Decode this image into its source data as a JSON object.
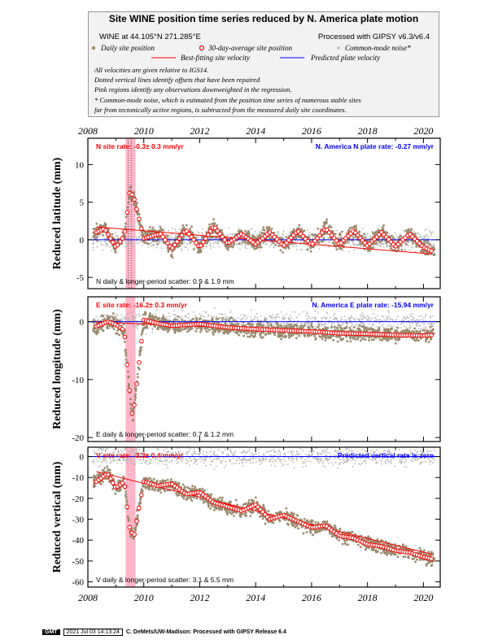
{
  "header": {
    "title": "Site WINE position time series reduced by N. America plate motion",
    "station": "WINE at 44.105°N 271.285°E",
    "processing": "Processed with GIPSY v6.3/v6.4",
    "legend": {
      "daily": "Daily site position",
      "avg30": "30-day-average site position",
      "cmn": "Common-mode noise*",
      "best_fit": "Best-fitting site velocity",
      "predicted": "Predicted plate velocity"
    },
    "notes": [
      "All velocities are given relative to IGS14.",
      "Dotted vertical lines identify offsets that have been repaired",
      "Pink regions identify any observations downweighted in the regression.",
      "* Common-mode noise, which is estimated from the position time series of numerous stable sites",
      "far from tectonically active regions, is subtracted from the measured daily site coordinates."
    ]
  },
  "colors": {
    "daily": "#9b8a6e",
    "avg30": "#ff0000",
    "cmn": "#b4b4b4",
    "best_fit": "#ff0000",
    "predicted": "#0000ff",
    "pink": "#ffb6c8"
  },
  "chart_data": [
    {
      "type": "scatter",
      "panel": "north",
      "ylabel": "Reduced latitude (mm)",
      "site_rate": "N site rate:  -0.3± 0.3 mm/yr",
      "plate_rate": "N. America N plate rate:  -0.27 mm/yr",
      "scatter": "N daily & longer-period scatter:    0.9  &    1.9 mm",
      "xlim": [
        2008,
        2020.6
      ],
      "ylim": [
        -6.5,
        13.5
      ],
      "yticks": [
        -5,
        0,
        5,
        10
      ],
      "xticks": [
        2008,
        2010,
        2012,
        2014,
        2016,
        2018,
        2020
      ],
      "downweighted": [
        2009.35,
        2009.7
      ],
      "offsets": [
        2009.45,
        2009.55
      ],
      "trend_rate": -0.3,
      "trend_at_2014": 0,
      "avg30_anchor": {
        "x": [
          2008.3,
          2008.6,
          2009.0,
          2009.3,
          2009.5,
          2009.65,
          2010.0,
          2010.6,
          2011.0,
          2011.5,
          2012.0,
          2012.5,
          2013.0,
          2013.5,
          2014.0,
          2014.5,
          2015.0,
          2015.5,
          2016.0,
          2016.5,
          2017.0,
          2017.5,
          2018.0,
          2018.5,
          2019.0,
          2019.5,
          2020.0,
          2020.3
        ],
        "y": [
          1.0,
          1.5,
          -1.0,
          0.5,
          6.5,
          5.5,
          0.2,
          0.8,
          -1.2,
          1.3,
          -1.0,
          1.8,
          -0.5,
          0.8,
          -0.6,
          1.0,
          -0.8,
          1.2,
          -0.7,
          1.5,
          -0.6,
          1.2,
          -0.8,
          1.0,
          -0.9,
          0.8,
          -1.0,
          -1.5
        ]
      }
    },
    {
      "type": "scatter",
      "panel": "east",
      "ylabel": "Reduced longitude (mm)",
      "site_rate": "E site rate:  -16.2± 0.3 mm/yr",
      "plate_rate": "N. America E plate rate:  -15.94 mm/yr",
      "scatter": "E daily & longer-period scatter:    0.7  &    1.2 mm",
      "xlim": [
        2008,
        2020.6
      ],
      "ylim": [
        -20.7,
        4.3
      ],
      "yticks": [
        -20,
        -10,
        0
      ],
      "xticks": [
        2008,
        2010,
        2012,
        2014,
        2016,
        2018,
        2020
      ],
      "downweighted": [
        2009.35,
        2009.7
      ],
      "offsets": [],
      "trend_rate": -0.2,
      "trend_at_2014": -1.2,
      "avg30_anchor": {
        "x": [
          2008.3,
          2008.7,
          2009.0,
          2009.3,
          2009.45,
          2009.6,
          2010.0,
          2010.6,
          2011.0,
          2012.0,
          2013.0,
          2014.0,
          2015.0,
          2016.0,
          2017.0,
          2018.0,
          2019.0,
          2020.0,
          2020.3
        ],
        "y": [
          -0.8,
          0.0,
          -0.5,
          -1.5,
          -10.0,
          -17.0,
          0.3,
          -0.4,
          -0.7,
          -0.4,
          -1.0,
          -1.3,
          -1.5,
          -1.7,
          -2.0,
          -2.1,
          -2.3,
          -2.4,
          -2.3
        ]
      }
    },
    {
      "type": "scatter",
      "panel": "vertical",
      "ylabel": "Reduced vertical (mm)",
      "site_rate": "V site rate:  -3.3± 0.4 mm/yr",
      "plate_rate": "Predicted vertical rate is zero",
      "scatter": "V daily & longer-period scatter:    3.1  &    5.5 mm",
      "xlim": [
        2008,
        2020.6
      ],
      "ylim": [
        -62.5,
        4.5
      ],
      "yticks": [
        -60,
        -50,
        -40,
        -30,
        -20,
        -10,
        0
      ],
      "xticks": [
        2008,
        2010,
        2012,
        2014,
        2016,
        2018,
        2020
      ],
      "downweighted": [
        2009.35,
        2009.7
      ],
      "offsets": [],
      "trend_rate": -3.3,
      "trend_at_2014": -26,
      "avg30_anchor": {
        "x": [
          2008.3,
          2008.7,
          2009.0,
          2009.3,
          2009.5,
          2009.65,
          2010.0,
          2010.5,
          2011.0,
          2011.5,
          2012.0,
          2012.5,
          2013.0,
          2013.5,
          2014.0,
          2014.5,
          2015.0,
          2015.5,
          2016.0,
          2016.5,
          2017.0,
          2017.5,
          2018.0,
          2018.5,
          2019.0,
          2019.5,
          2020.0,
          2020.3
        ],
        "y": [
          -12,
          -8,
          -15,
          -12,
          -35,
          -38,
          -12,
          -14,
          -13,
          -18,
          -17,
          -22,
          -24,
          -26,
          -23,
          -30,
          -28,
          -31,
          -34,
          -33,
          -38,
          -39,
          -42,
          -43,
          -45,
          -46,
          -48,
          -49
        ]
      }
    }
  ],
  "footer": {
    "gmt": "GMT",
    "timestamp": "2021 Jul 03 14:13:24",
    "credit": "C. DeMets/UW-Madison: Processed with GIPSY Release 6.4"
  }
}
